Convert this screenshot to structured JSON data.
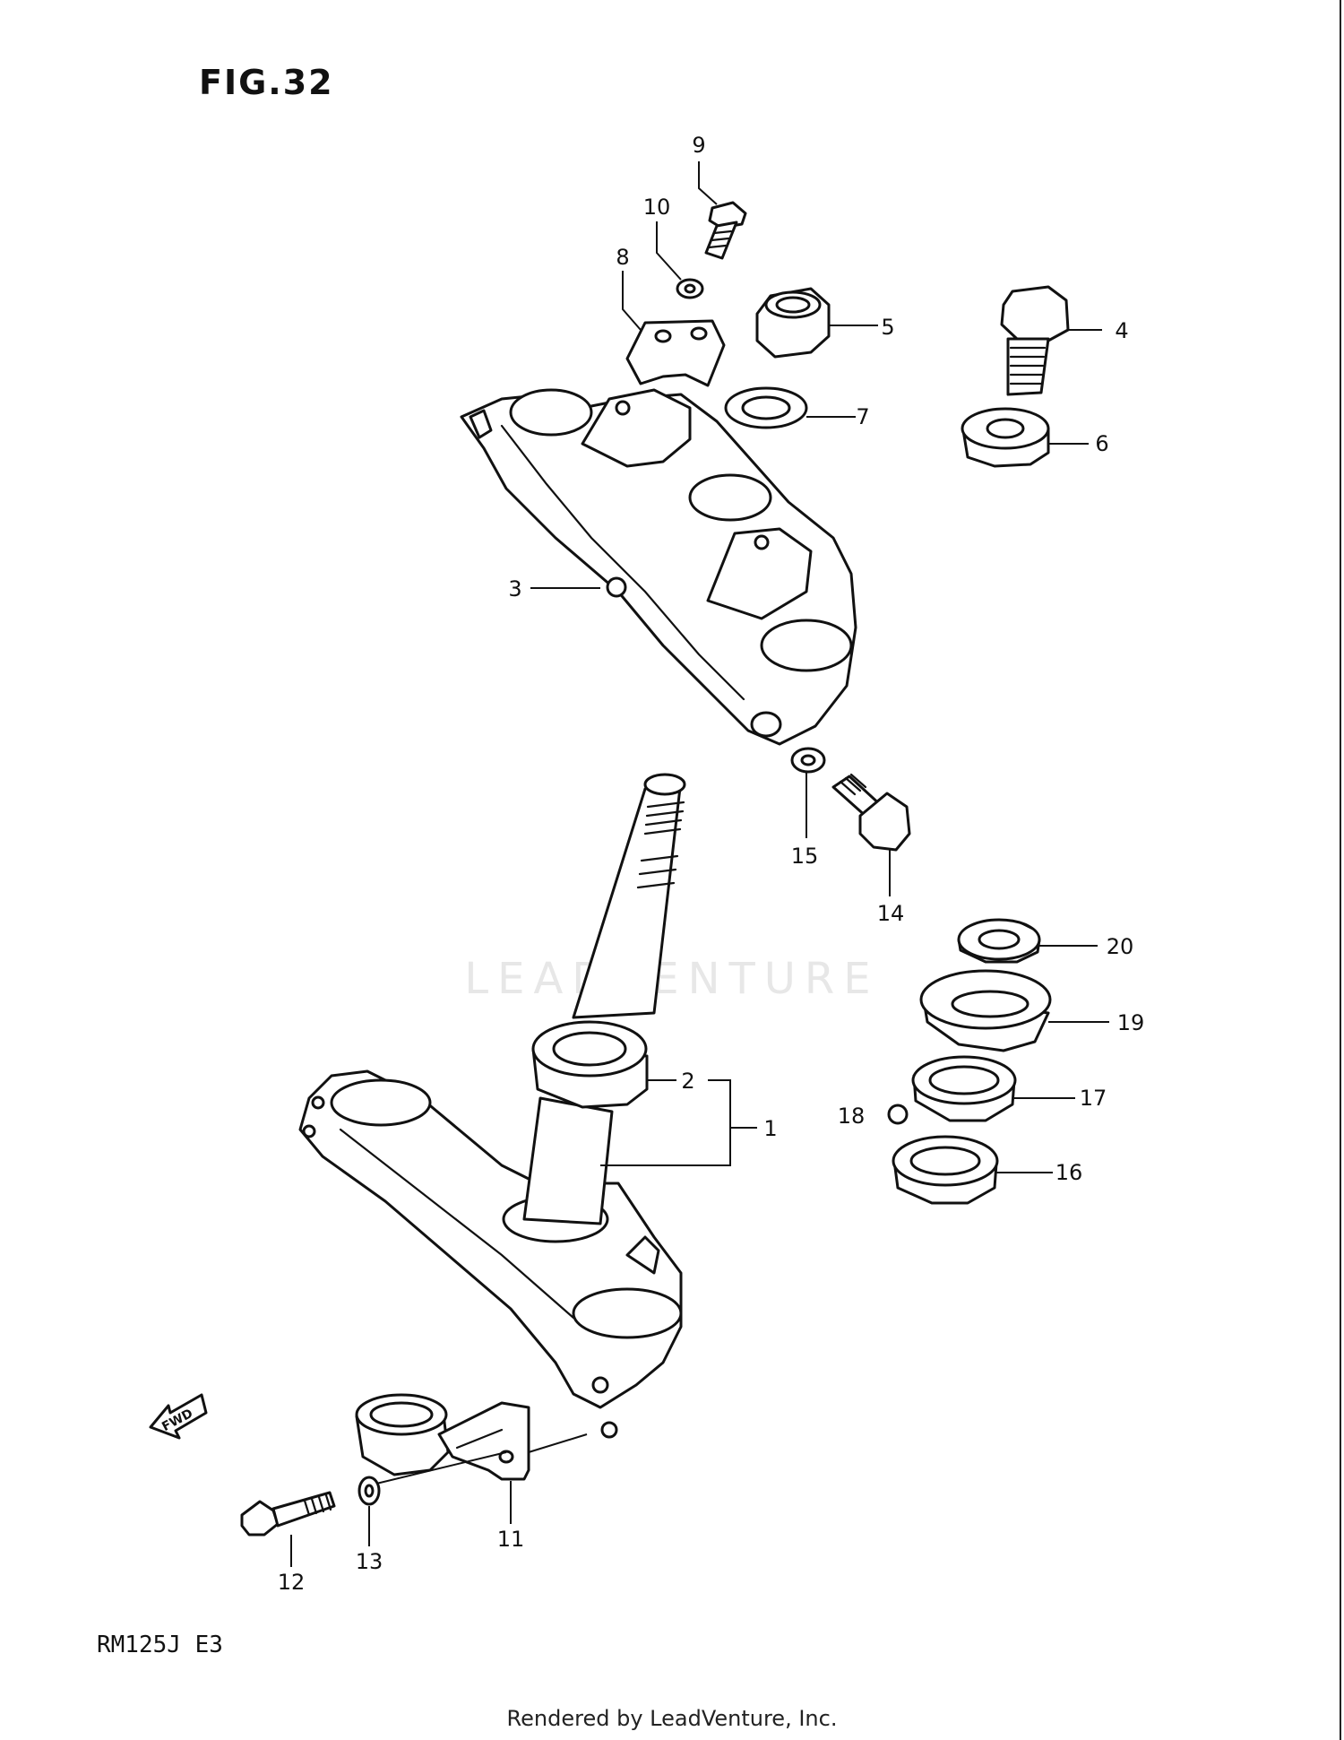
{
  "figure_title": "FIG.32",
  "model_code": "RM125J E3",
  "footer_text": "Rendered by LeadVenture, Inc.",
  "watermark_text": "LEADVENTURE",
  "fwd_label": "FWD",
  "callouts": {
    "c1": "1",
    "c2": "2",
    "c3": "3",
    "c4": "4",
    "c5": "5",
    "c6": "6",
    "c7": "7",
    "c8": "8",
    "c9": "9",
    "c10": "10",
    "c11": "11",
    "c12": "12",
    "c13": "13",
    "c14": "14",
    "c15": "15",
    "c16": "16",
    "c17": "17",
    "c18": "18",
    "c19": "19",
    "c20": "20"
  }
}
